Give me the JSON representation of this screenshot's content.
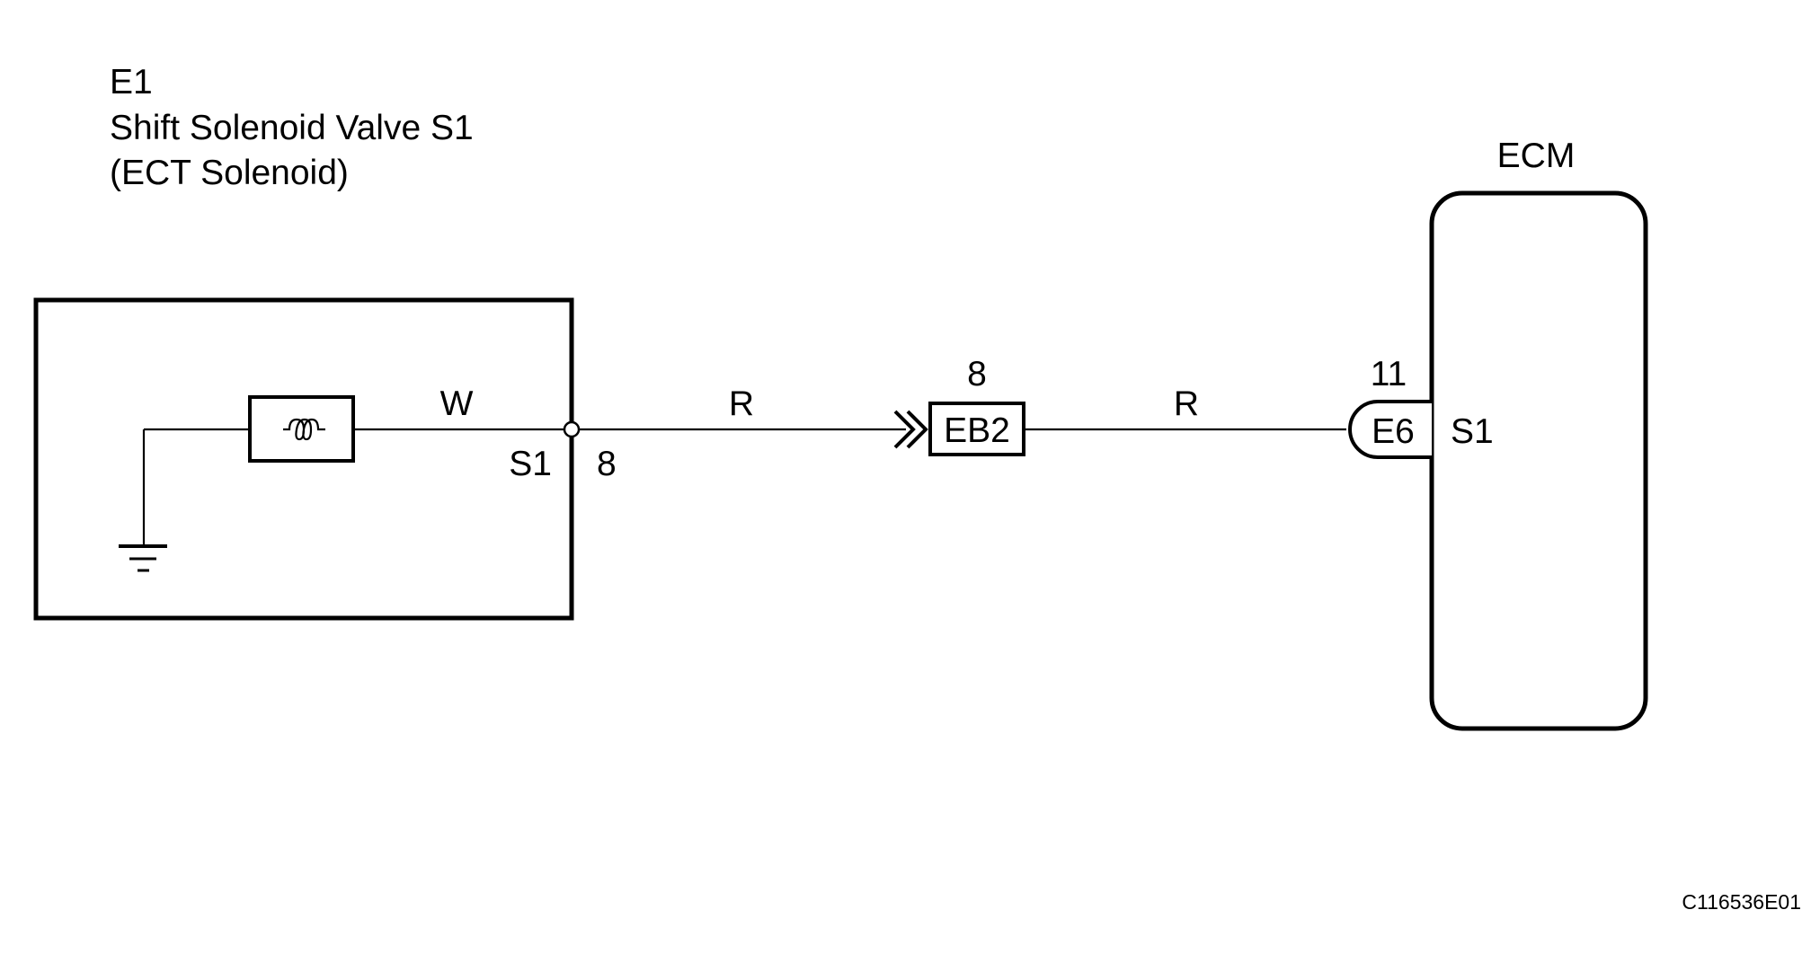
{
  "component": {
    "code": "E1",
    "name": "Shift Solenoid Valve S1",
    "subname": "(ECT Solenoid)",
    "terminal_name": "S1",
    "terminal_pin": "8"
  },
  "ecu": {
    "name": "ECM",
    "connector": "E6",
    "pin": "11",
    "terminal_name": "S1"
  },
  "junction": {
    "connector": "EB2",
    "pin": "8"
  },
  "wires": {
    "internal_color": "W",
    "segment1_color": "R",
    "segment2_color": "R"
  },
  "figure_code": "C116536E01"
}
